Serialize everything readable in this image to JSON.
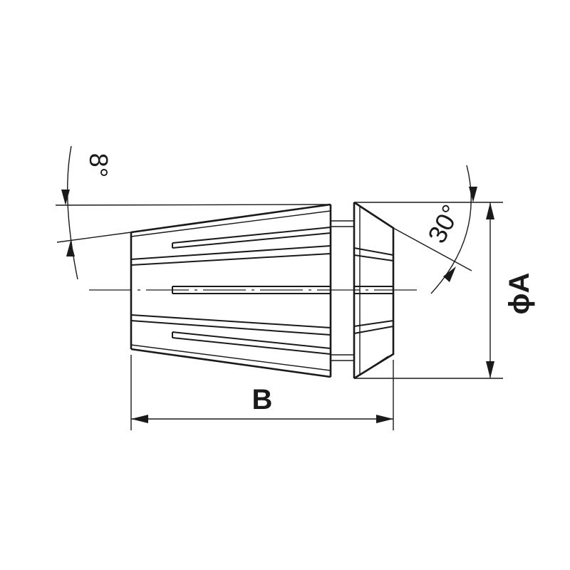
{
  "labels": {
    "length": "B",
    "diameter": "ϕA",
    "taper_angle": "8°",
    "nose_angle": "30°"
  }
}
